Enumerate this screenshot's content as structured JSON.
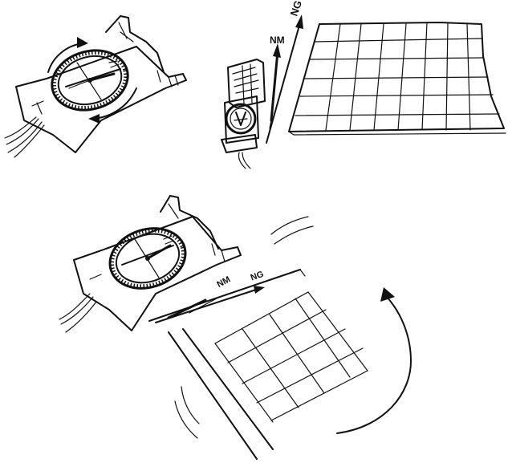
{
  "illustration": {
    "background": "#ffffff",
    "ink_color": "#111111",
    "panels": [
      {
        "id": "rotate-bezel",
        "description_icon": "compass-icon",
        "arrows": [
          "rotate-arrow-top",
          "rotate-arrow-bottom"
        ]
      },
      {
        "id": "align-to-grid-north",
        "labels": {
          "grid_north": "NG",
          "magnetic_north": "NM"
        }
      },
      {
        "id": "rotate-map",
        "labels": {
          "magnetic_north": "NM",
          "grid_north": "NG"
        }
      }
    ]
  }
}
